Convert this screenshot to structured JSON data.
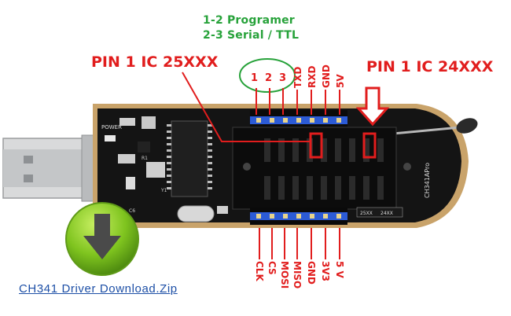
{
  "top_note": {
    "line1": "1-2 Programer",
    "line2": "2-3 Serial / TTL"
  },
  "labels": {
    "pin1_25xxx": "PIN 1 IC 25XXX",
    "pin1_24xxx": "PIN 1 IC 24XXX"
  },
  "jumper_numbers": [
    "1",
    "2",
    "3"
  ],
  "top_pins": [
    "TXD",
    "RXD",
    "GND",
    "5V"
  ],
  "bottom_pins": [
    "CLK",
    "CS",
    "MOSI",
    "MISO",
    "GND",
    "3V3",
    "5 V"
  ],
  "board": {
    "power_text": "POWER",
    "model_text": "CH341APro",
    "socket_text_1": "25XX",
    "socket_text_2": "24XX",
    "silk_c6": "C6",
    "silk_y1": "Y1",
    "silk_r1": "R1"
  },
  "download": {
    "link_text": "CH341 Driver Download.Zip",
    "icon": "download-arrow-icon"
  },
  "colors": {
    "annotation_red": "#e11d1d",
    "note_green": "#27a23a",
    "link_blue": "#1d4fa6",
    "button_green": "#7fc41f",
    "board": "#111111",
    "board_edge": "#c9a36a"
  }
}
